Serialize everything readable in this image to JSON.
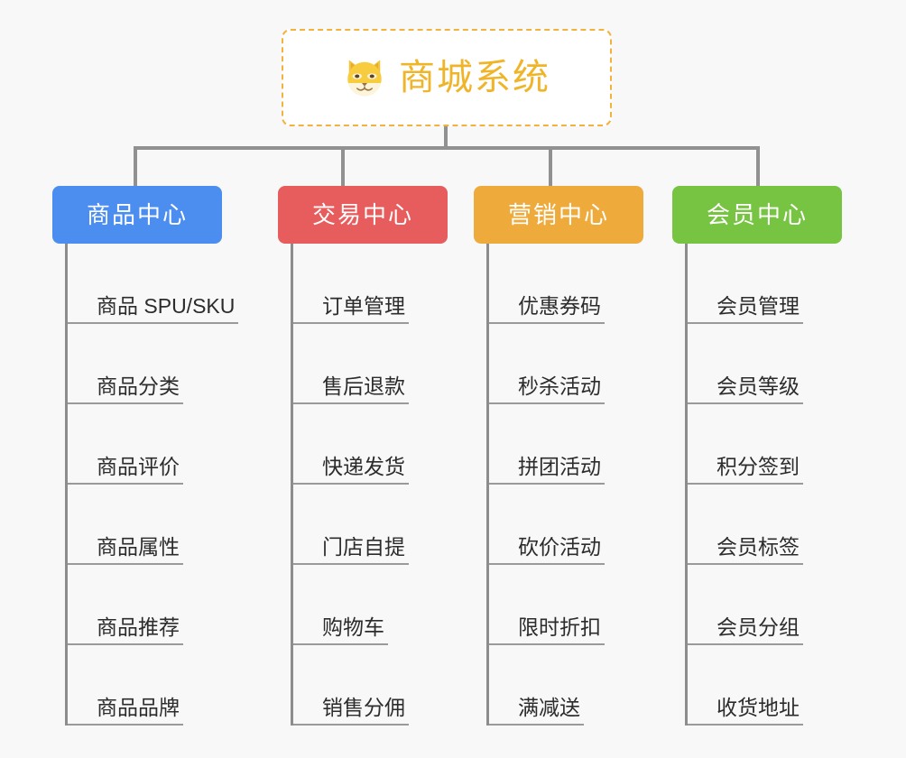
{
  "page": {
    "background_color": "#f8f8f8",
    "type": "organization-chart"
  },
  "root": {
    "title": "商城系统",
    "icon": "shiba-dog-face-icon",
    "border_color": "#f1b33d",
    "text_color": "#f0b429",
    "background_color": "#ffffff",
    "border_style": "dashed"
  },
  "connector": {
    "color": "#919191"
  },
  "columns": [
    {
      "label": "商品中心",
      "color": "#4b8ef0",
      "label_color": "#ffffff",
      "items": [
        "商品 SPU/SKU",
        "商品分类",
        "商品评价",
        "商品属性",
        "商品推荐",
        "商品品牌"
      ]
    },
    {
      "label": "交易中心",
      "color": "#e75c5c",
      "label_color": "#ffffff",
      "items": [
        "订单管理",
        "售后退款",
        "快递发货",
        "门店自提",
        "购物车",
        "销售分佣"
      ]
    },
    {
      "label": "营销中心",
      "color": "#eeab3c",
      "label_color": "#ffffff",
      "items": [
        "优惠券码",
        "秒杀活动",
        "拼团活动",
        "砍价活动",
        "限时折扣",
        "满减送"
      ]
    },
    {
      "label": "会员中心",
      "color": "#76c442",
      "label_color": "#ffffff",
      "items": [
        "会员管理",
        "会员等级",
        "积分签到",
        "会员标签",
        "会员分组",
        "收货地址"
      ]
    }
  ]
}
